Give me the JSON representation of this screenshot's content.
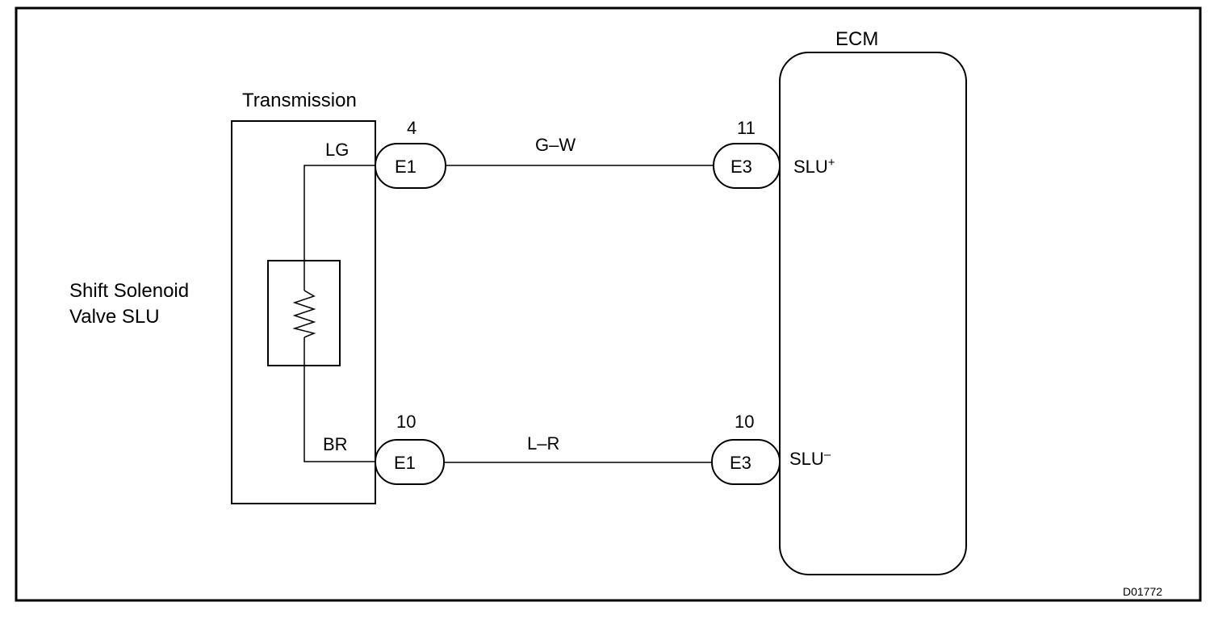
{
  "transmission": {
    "label": "Transmission"
  },
  "solenoid": {
    "label_line1": "Shift Solenoid",
    "label_line2": "Valve SLU"
  },
  "ecm": {
    "label": "ECM",
    "terminal_plus": "SLU",
    "terminal_plus_sup": "+",
    "terminal_minus": "SLU",
    "terminal_minus_sup": "–"
  },
  "wires": {
    "top": {
      "transmission_color": "LG",
      "harness_color": "G–W",
      "left_connector": "E1",
      "left_pin": "4",
      "right_connector": "E3",
      "right_pin": "11"
    },
    "bottom": {
      "transmission_color": "BR",
      "harness_color": "L–R",
      "left_connector": "E1",
      "left_pin": "10",
      "right_connector": "E3",
      "right_pin": "10"
    }
  },
  "figure_code": "D01772"
}
